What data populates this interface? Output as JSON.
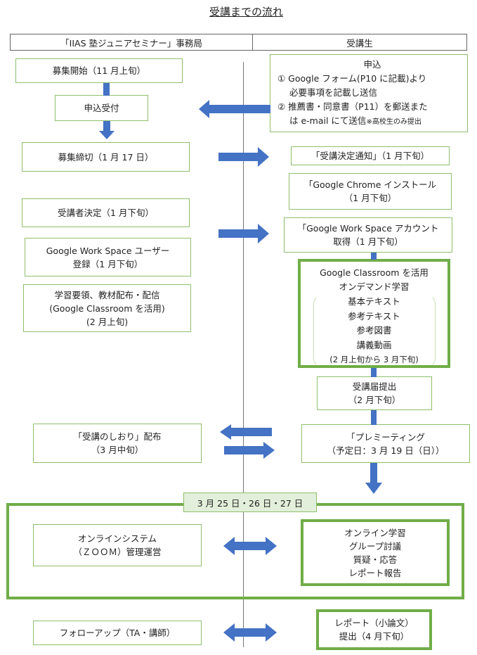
{
  "title": "受講までの流れ",
  "header": {
    "left_column": "「IIAS 塾ジュニアセミナー」事務局",
    "right_column": "受講生"
  },
  "colors": {
    "box_border": "#8fbf6a",
    "box_border_thick": "#70ad47",
    "arrow": "#4472c4",
    "date_tag_bg": "#e2efda"
  },
  "office": {
    "recruit_start": "募集開始（11 月上旬）",
    "application_accept": "申込受付",
    "recruit_close": "募集締切（1 月 17 日）",
    "participant_decision": "受講者決定（1 月下旬）",
    "gws_registration": [
      "Google Work Space ユーザー",
      "登録（1 月下旬）"
    ],
    "materials": [
      "学習要領、教材配布・配信",
      "(Google Classroom を活用)",
      "(2 月上旬)"
    ],
    "guide_distribution": [
      "「受講のしおり」配布",
      "（3 月中旬）"
    ],
    "online_system": [
      "オンラインシステム",
      "（ＺＯＯＭ）管理運営"
    ],
    "follow_up": "フォローアップ（TA・講師）"
  },
  "student": {
    "application": {
      "heading": "申込",
      "item1_line1": "① Google フォーム(P10 に記載)より",
      "item1_line2": "必要事項を記載し送信",
      "item2_line1": "② 推薦書・同意書（P11）を郵送また",
      "item2_line2": "は e-mail にて送信",
      "item2_note": "※高校生のみ提出"
    },
    "decision_notice": "「受講決定通知」（1 月下旬）",
    "chrome_install": [
      "「Google Chrome インストール",
      "（1 月下旬）"
    ],
    "gws_account": [
      "「Google Work Space アカウント",
      "取得（1 月下旬）"
    ],
    "on_demand": {
      "line1": "Google Classroom を活用",
      "line2": "オンデマンド学習",
      "items": [
        "基本テキスト",
        "参考テキスト",
        "参考図書",
        "講義動画"
      ],
      "period": "(2 月上旬から 3 月下旬)"
    },
    "attendance_form": [
      "受講届提出",
      "（2 月下旬）"
    ],
    "pre_meeting": [
      "「プレミーティング",
      "（予定日：3 月 19 日（日））"
    ],
    "online_learning": [
      "オンライン学習",
      "グループ討議",
      "質疑・応答",
      "レポート報告"
    ],
    "report": [
      "レポート（小論文）",
      "提出（4 月下旬）"
    ]
  },
  "session_dates": "3 月 25 日・26 日・27 日"
}
